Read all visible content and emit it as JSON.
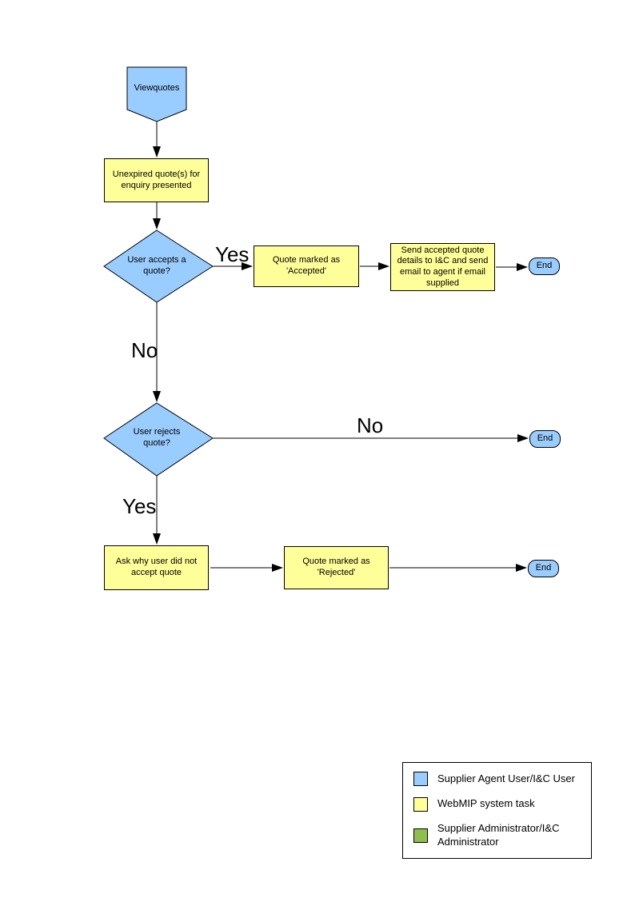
{
  "colors": {
    "actor_blue": "#99CCFF",
    "task_yellow": "#FFFF99",
    "admin_green": "#8FBE4F",
    "line": "#000000",
    "background": "#FFFFFF"
  },
  "flowchart": {
    "start_label": "Viewquotes",
    "unexpired_label": "Unexpired quote(s) for enquiry presented",
    "accepts_label": "User accepts a quote?",
    "accepted_label": "Quote  marked as 'Accepted'",
    "send_label": "Send accepted quote details to I&C and send email to agent if email supplied",
    "rejects_label": "User rejects quote?",
    "ask_label": "Ask why user did not accept quote",
    "rejected_label": "Quote  marked as 'Rejected'",
    "end_label": "End",
    "edges": {
      "accept_yes": "Yes",
      "accept_no": "No",
      "reject_no": "No",
      "reject_yes": "Yes"
    }
  },
  "legend": {
    "items": [
      {
        "label": "Supplier Agent User/I&C User",
        "color": "#99CCFF"
      },
      {
        "label": "WebMIP system task",
        "color": "#FFFF99"
      },
      {
        "label": "Supplier Administrator/I&C Administrator",
        "color": "#8FBE4F"
      }
    ]
  }
}
